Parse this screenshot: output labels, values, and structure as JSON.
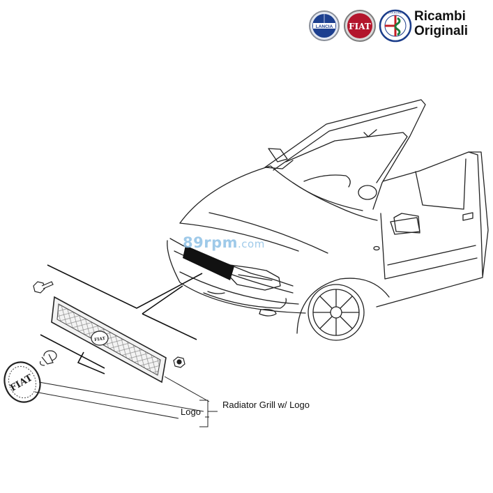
{
  "header": {
    "brand_line1": "Ricambi",
    "brand_line2": "Originali",
    "logos": [
      {
        "name": "lancia-logo",
        "text": "LANCIA",
        "color": "#1c3f8f"
      },
      {
        "name": "fiat-logo",
        "text": "FIAT",
        "color": "#b3152c"
      },
      {
        "name": "alfa-romeo-logo",
        "text": "ALFA ROMEO",
        "color": "#1b7a3a"
      }
    ]
  },
  "watermark": {
    "main": "89rpm",
    "domain": ".com",
    "color": "#8fc1e6"
  },
  "diagram": {
    "emblem_text": "FIAT",
    "callouts": [
      {
        "id": "radiator-grill",
        "label": "Radiator Grill w/ Logo"
      },
      {
        "id": "logo",
        "label": "Logo"
      }
    ]
  }
}
